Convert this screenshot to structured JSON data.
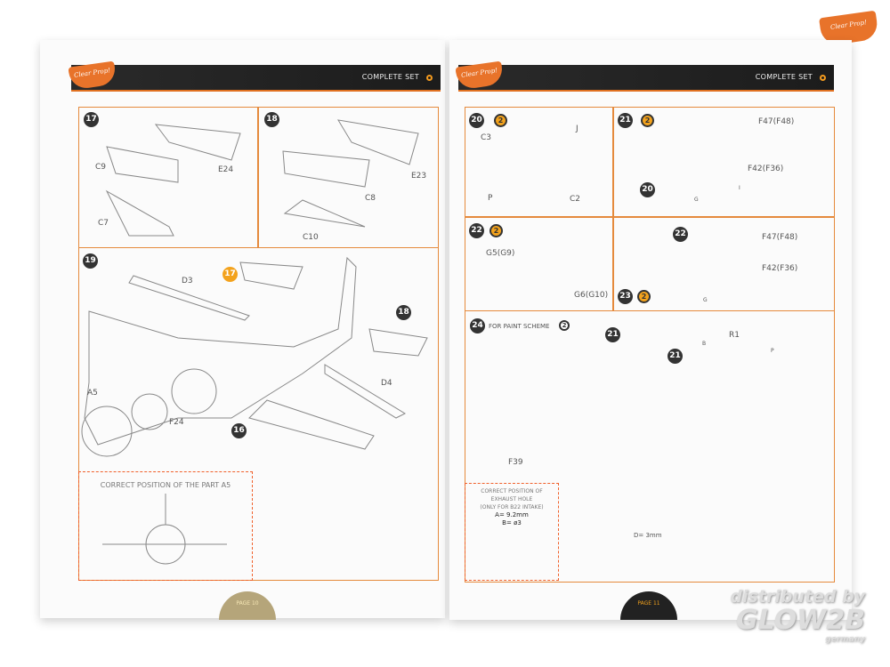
{
  "brand_logo": "Clear Prop!",
  "left_page": {
    "header": "COMPLETE SET",
    "page_label": "PAGE 10",
    "steps": [
      {
        "number": "17",
        "labels": [
          "C9",
          "E24",
          "C7"
        ]
      },
      {
        "number": "18",
        "labels": [
          "E23",
          "C8",
          "C10"
        ]
      },
      {
        "number": "19",
        "labels": [
          "D3",
          "17",
          "18",
          "A5",
          "F24",
          "16",
          "D4"
        ]
      }
    ],
    "note": "CORRECT POSITION OF THE PART A5"
  },
  "right_page": {
    "header": "COMPLETE SET",
    "page_label": "PAGE 11",
    "steps": [
      {
        "number": "20",
        "option": "2",
        "labels": [
          "C3",
          "J",
          "P",
          "C2"
        ]
      },
      {
        "number": "21",
        "option": "2",
        "labels": [
          "F47(F48)",
          "F42(F36)",
          "20",
          "G",
          "I"
        ]
      },
      {
        "number": "22",
        "option": "2",
        "labels": [
          "G5(G9)",
          "G6(G10)"
        ]
      },
      {
        "number": "23",
        "option": "2",
        "labels": [
          "22",
          "F47(F48)",
          "F42(F36)",
          "G"
        ]
      },
      {
        "number": "24",
        "scheme_label": "FOR PAINT SCHEME",
        "scheme": "2",
        "labels": [
          "21",
          "21",
          "R1",
          "F39",
          "D= 3mm",
          "B",
          "P"
        ]
      }
    ],
    "note": {
      "line1": "CORRECT POSITION OF",
      "line2": "EXHAUST HOLE",
      "line3": "(ONLY FOR B22 INTAKE)",
      "a": "A=  9.2mm",
      "b": "B= ø3"
    }
  },
  "watermark": {
    "line1": "distributed by",
    "line2": "GLOW2B",
    "line3": "germany"
  }
}
